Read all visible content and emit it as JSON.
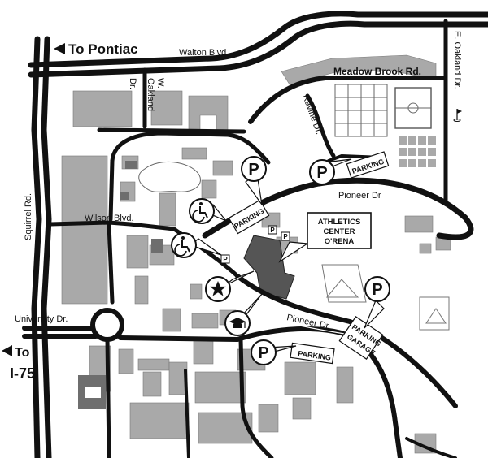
{
  "directions": {
    "pontiac": "To  Pontiac",
    "i75_to": "To",
    "i75": "I-75"
  },
  "roads": {
    "walton": "Walton Blvd.",
    "meadow_brook": "Meadow Brook Rd.",
    "e_oakland": "E. Oakland Dr.",
    "w_oakland_dr": "Dr.",
    "w_oakland_w": "W.",
    "w_oakland_name": "Oakland",
    "ravine": "Ravine Dr.",
    "squirrel": "Squirrel Rd.",
    "wilson": "Wilson Blvd.",
    "pioneer_east": "Pioneer Dr",
    "pioneer_south": "Pioneer Dr",
    "university": "University Dr."
  },
  "parking": {
    "symbol": "P",
    "lot_label": "PARKING",
    "garage_line1": "PARKING",
    "garage_line2": "GARAGE"
  },
  "callout": {
    "line1": "ATHLETICS",
    "line2": "CENTER",
    "line3": "O'RENA"
  },
  "icons": {
    "accessible": "accessible-icon",
    "star": "star-icon",
    "graduation": "graduation-cap-icon",
    "golf": "golf-flag-icon"
  },
  "colors": {
    "road": "#111111",
    "building": "#a9a9a9",
    "building_dark": "#6e6e6e",
    "highlight": "#555555",
    "water": "#ffffff"
  }
}
